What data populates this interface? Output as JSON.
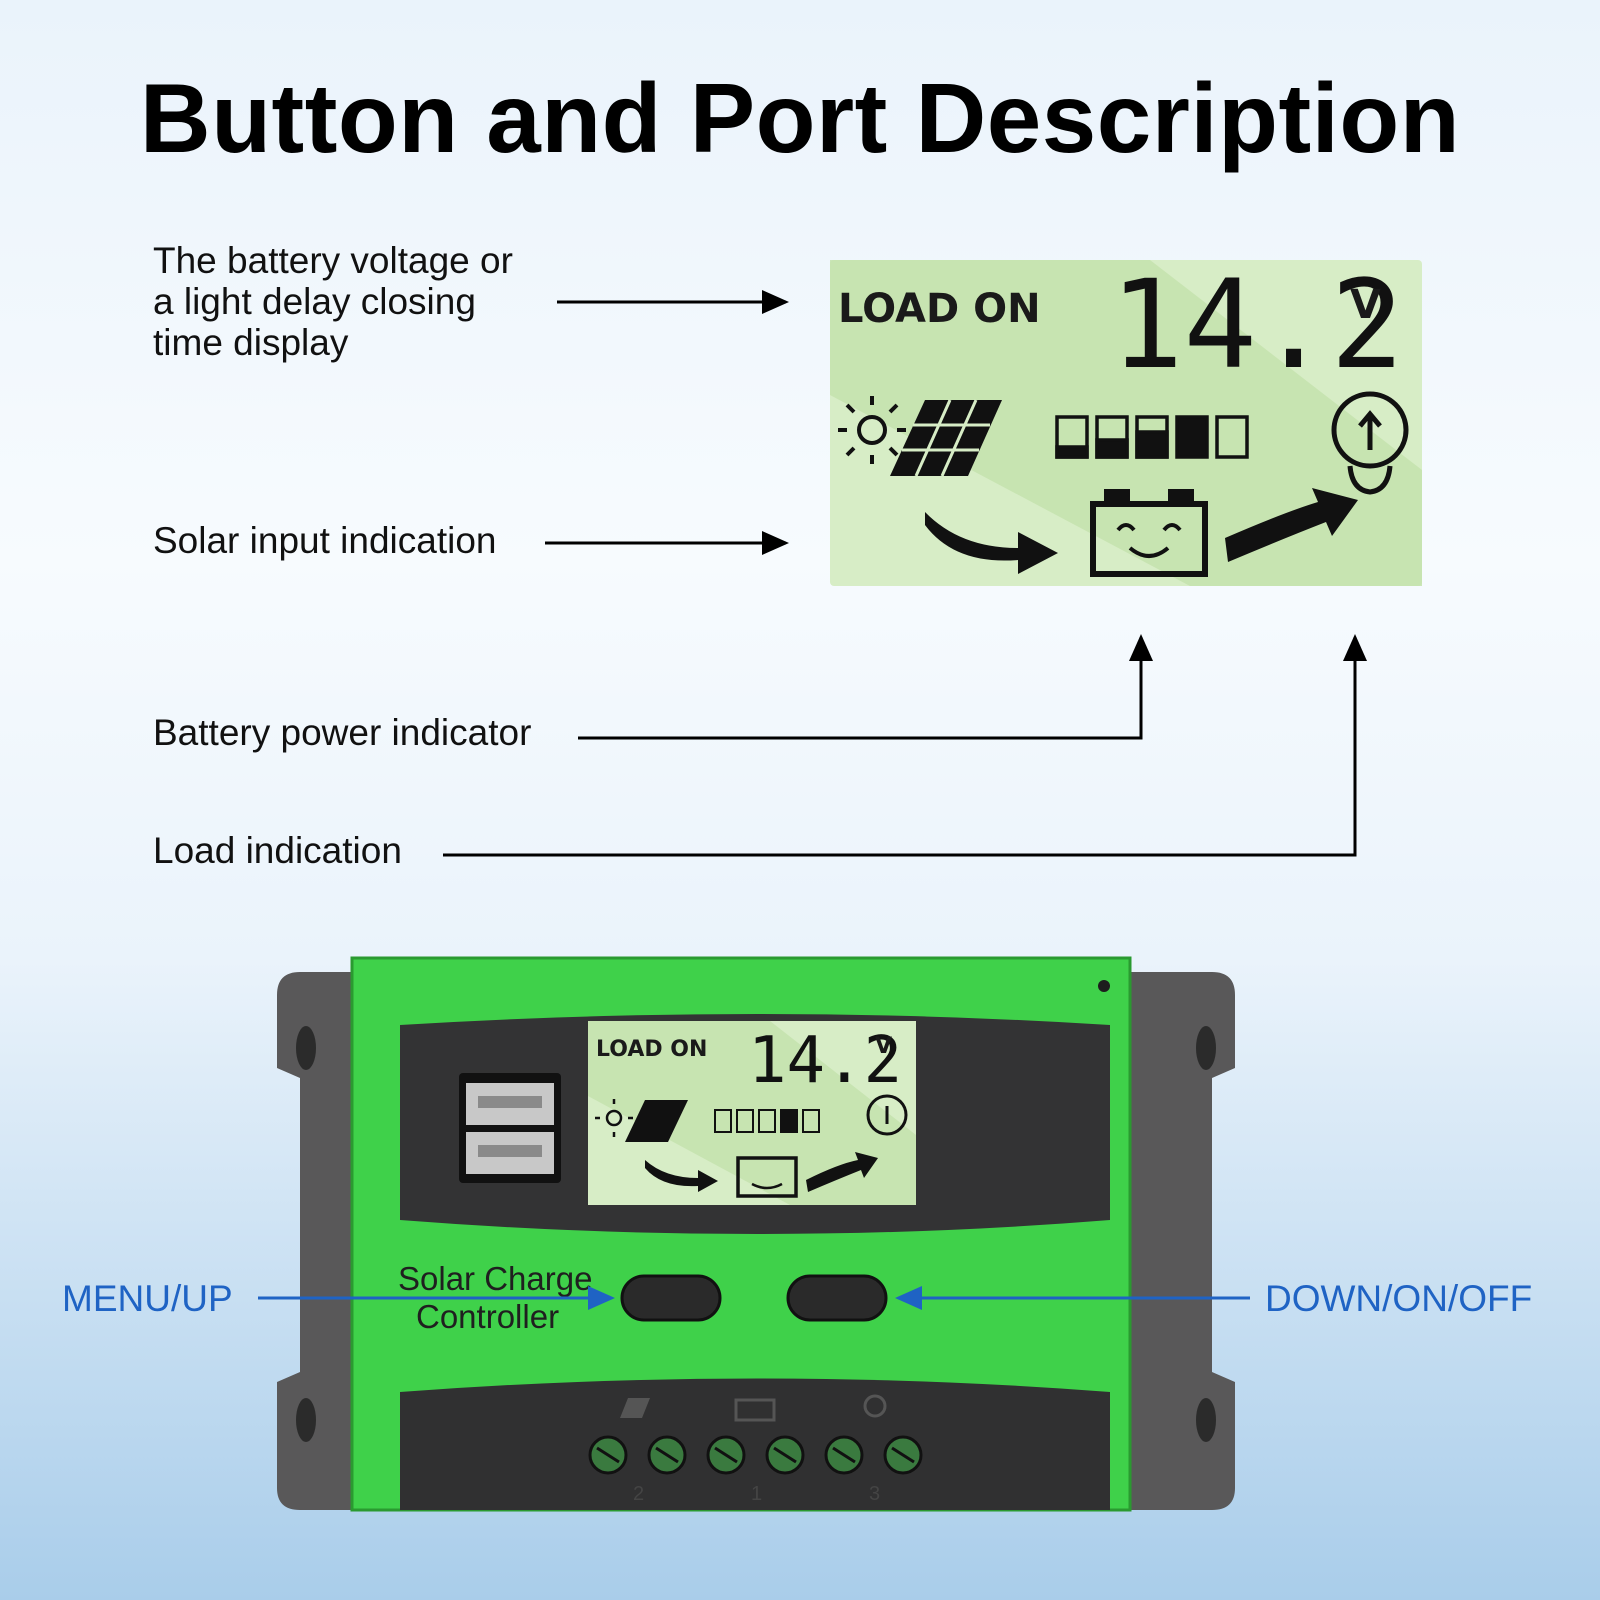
{
  "title": "Button and Port Description",
  "callouts": {
    "display_line1": "The battery voltage or",
    "display_line2": "a light delay closing",
    "display_line3": "time display",
    "solar": "Solar input indication",
    "battery": "Battery power indicator",
    "load": "Load indication"
  },
  "lcd": {
    "status": "LOAD ON",
    "reading": "14.2",
    "unit": "V"
  },
  "device": {
    "brand_line1": "Solar Charge",
    "brand_line2": "Controller",
    "terminal_groups": [
      "2",
      "1",
      "3"
    ]
  },
  "buttons": {
    "left_label": "MENU/UP",
    "right_label": "DOWN/ON/OFF"
  },
  "colors": {
    "lcd_bg": "#d6ecc4",
    "device_green": "#3fd14a",
    "button_label_blue": "#1f63c4"
  }
}
